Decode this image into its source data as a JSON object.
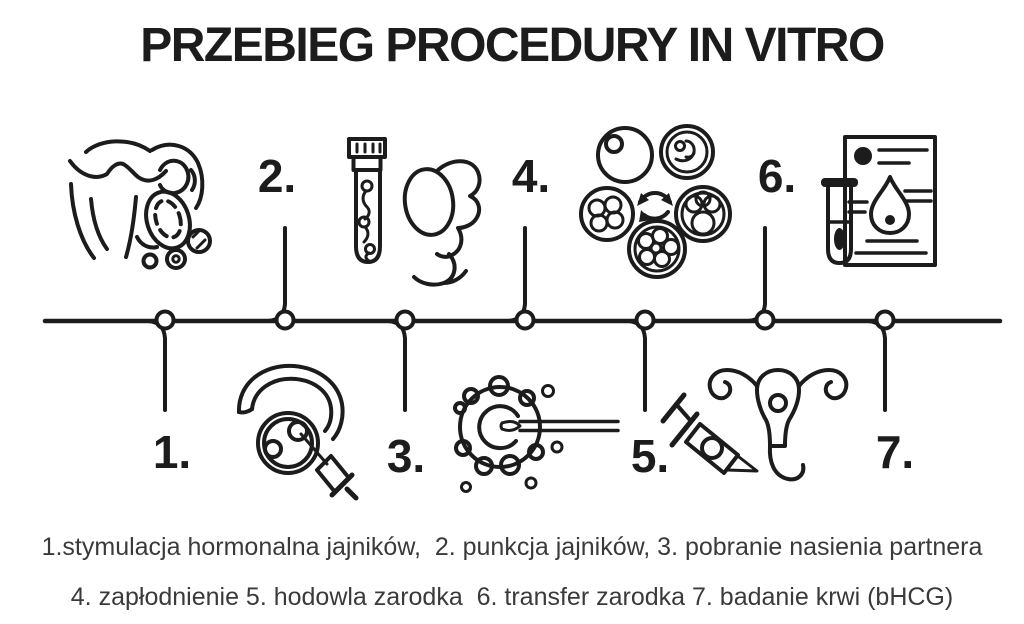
{
  "title": "PRZEBIEG PROCEDURY IN VITRO",
  "steps": [
    {
      "number": "1.",
      "label": "stymulacja hormonalna jajników",
      "icon": "ovaries-hormonal-stimulation-icon",
      "icon_position": "above-line",
      "number_position": "below-line"
    },
    {
      "number": "2.",
      "label": "punkcja jajników",
      "icon": "ovarian-puncture-icon",
      "icon_position": "below-line",
      "number_position": "above-line"
    },
    {
      "number": "3.",
      "label": "pobranie nasienia partnera",
      "icon": "sperm-sample-test-tube-icon",
      "icon_position": "above-line",
      "number_position": "below-line"
    },
    {
      "number": "4.",
      "label": "zapłodnienie",
      "icon": "icsi-fertilization-icon",
      "icon_position": "below-line",
      "number_position": "above-line"
    },
    {
      "number": "5.",
      "label": "hodowla zarodka",
      "icon": "embryo-culture-stages-icon",
      "icon_position": "above-line",
      "number_position": "below-line"
    },
    {
      "number": "6.",
      "label": "transfer zarodka",
      "icon": "uterus-embryo-transfer-icon",
      "icon_position": "below-line",
      "number_position": "above-line"
    },
    {
      "number": "7.",
      "label": "badanie krwi (bHCG)",
      "icon": "blood-test-document-icon",
      "icon_position": "above-line",
      "number_position": "below-line"
    }
  ],
  "caption": {
    "line1": "1.stymulacja hormonalna jajników,  2. punkcja jajników, 3. pobranie nasienia partnera",
    "line2": "4. zapłodnienie 5. hodowla zarodka  6. transfer zarodka 7. badanie krwi (bHCG)"
  },
  "colors": {
    "ink": "#1c1c1c",
    "caption_text": "#3a3a3a",
    "background": "#ffffff"
  }
}
